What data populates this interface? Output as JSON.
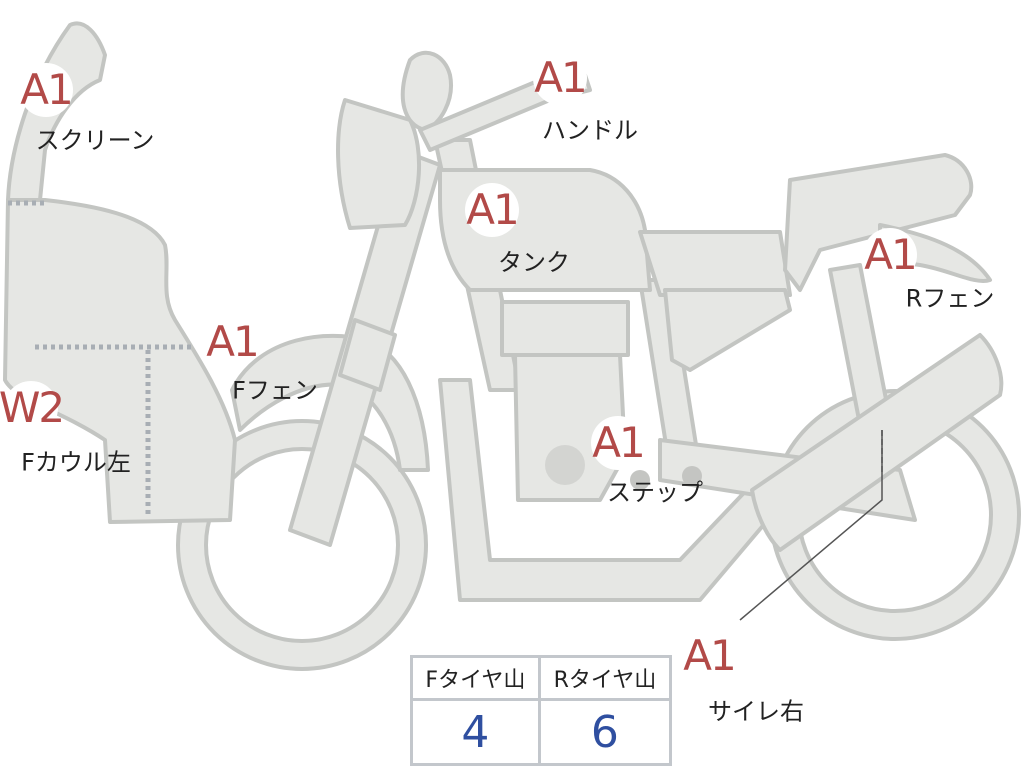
{
  "diagram": {
    "parts": [
      {
        "grade": "A1",
        "label": "スクリーン"
      },
      {
        "grade": "A1",
        "label": "ハンドル"
      },
      {
        "grade": "A1",
        "label": "タンク"
      },
      {
        "grade": "A1",
        "label": "Rフェン"
      },
      {
        "grade": "A1",
        "label": "Fフェン"
      },
      {
        "grade": "W2",
        "label": "Fカウル左"
      },
      {
        "grade": "A1",
        "label": "ステップ"
      },
      {
        "grade": "A1",
        "label": "サイレ右"
      }
    ]
  },
  "tread_table": {
    "headers": [
      "Fタイヤ山",
      "Rタイヤ山"
    ],
    "values": [
      "4",
      "6"
    ]
  },
  "colors": {
    "grade_text": "#b24a48",
    "tread_value": "#2f4fa0",
    "body_fill": "#e6e7e4"
  }
}
